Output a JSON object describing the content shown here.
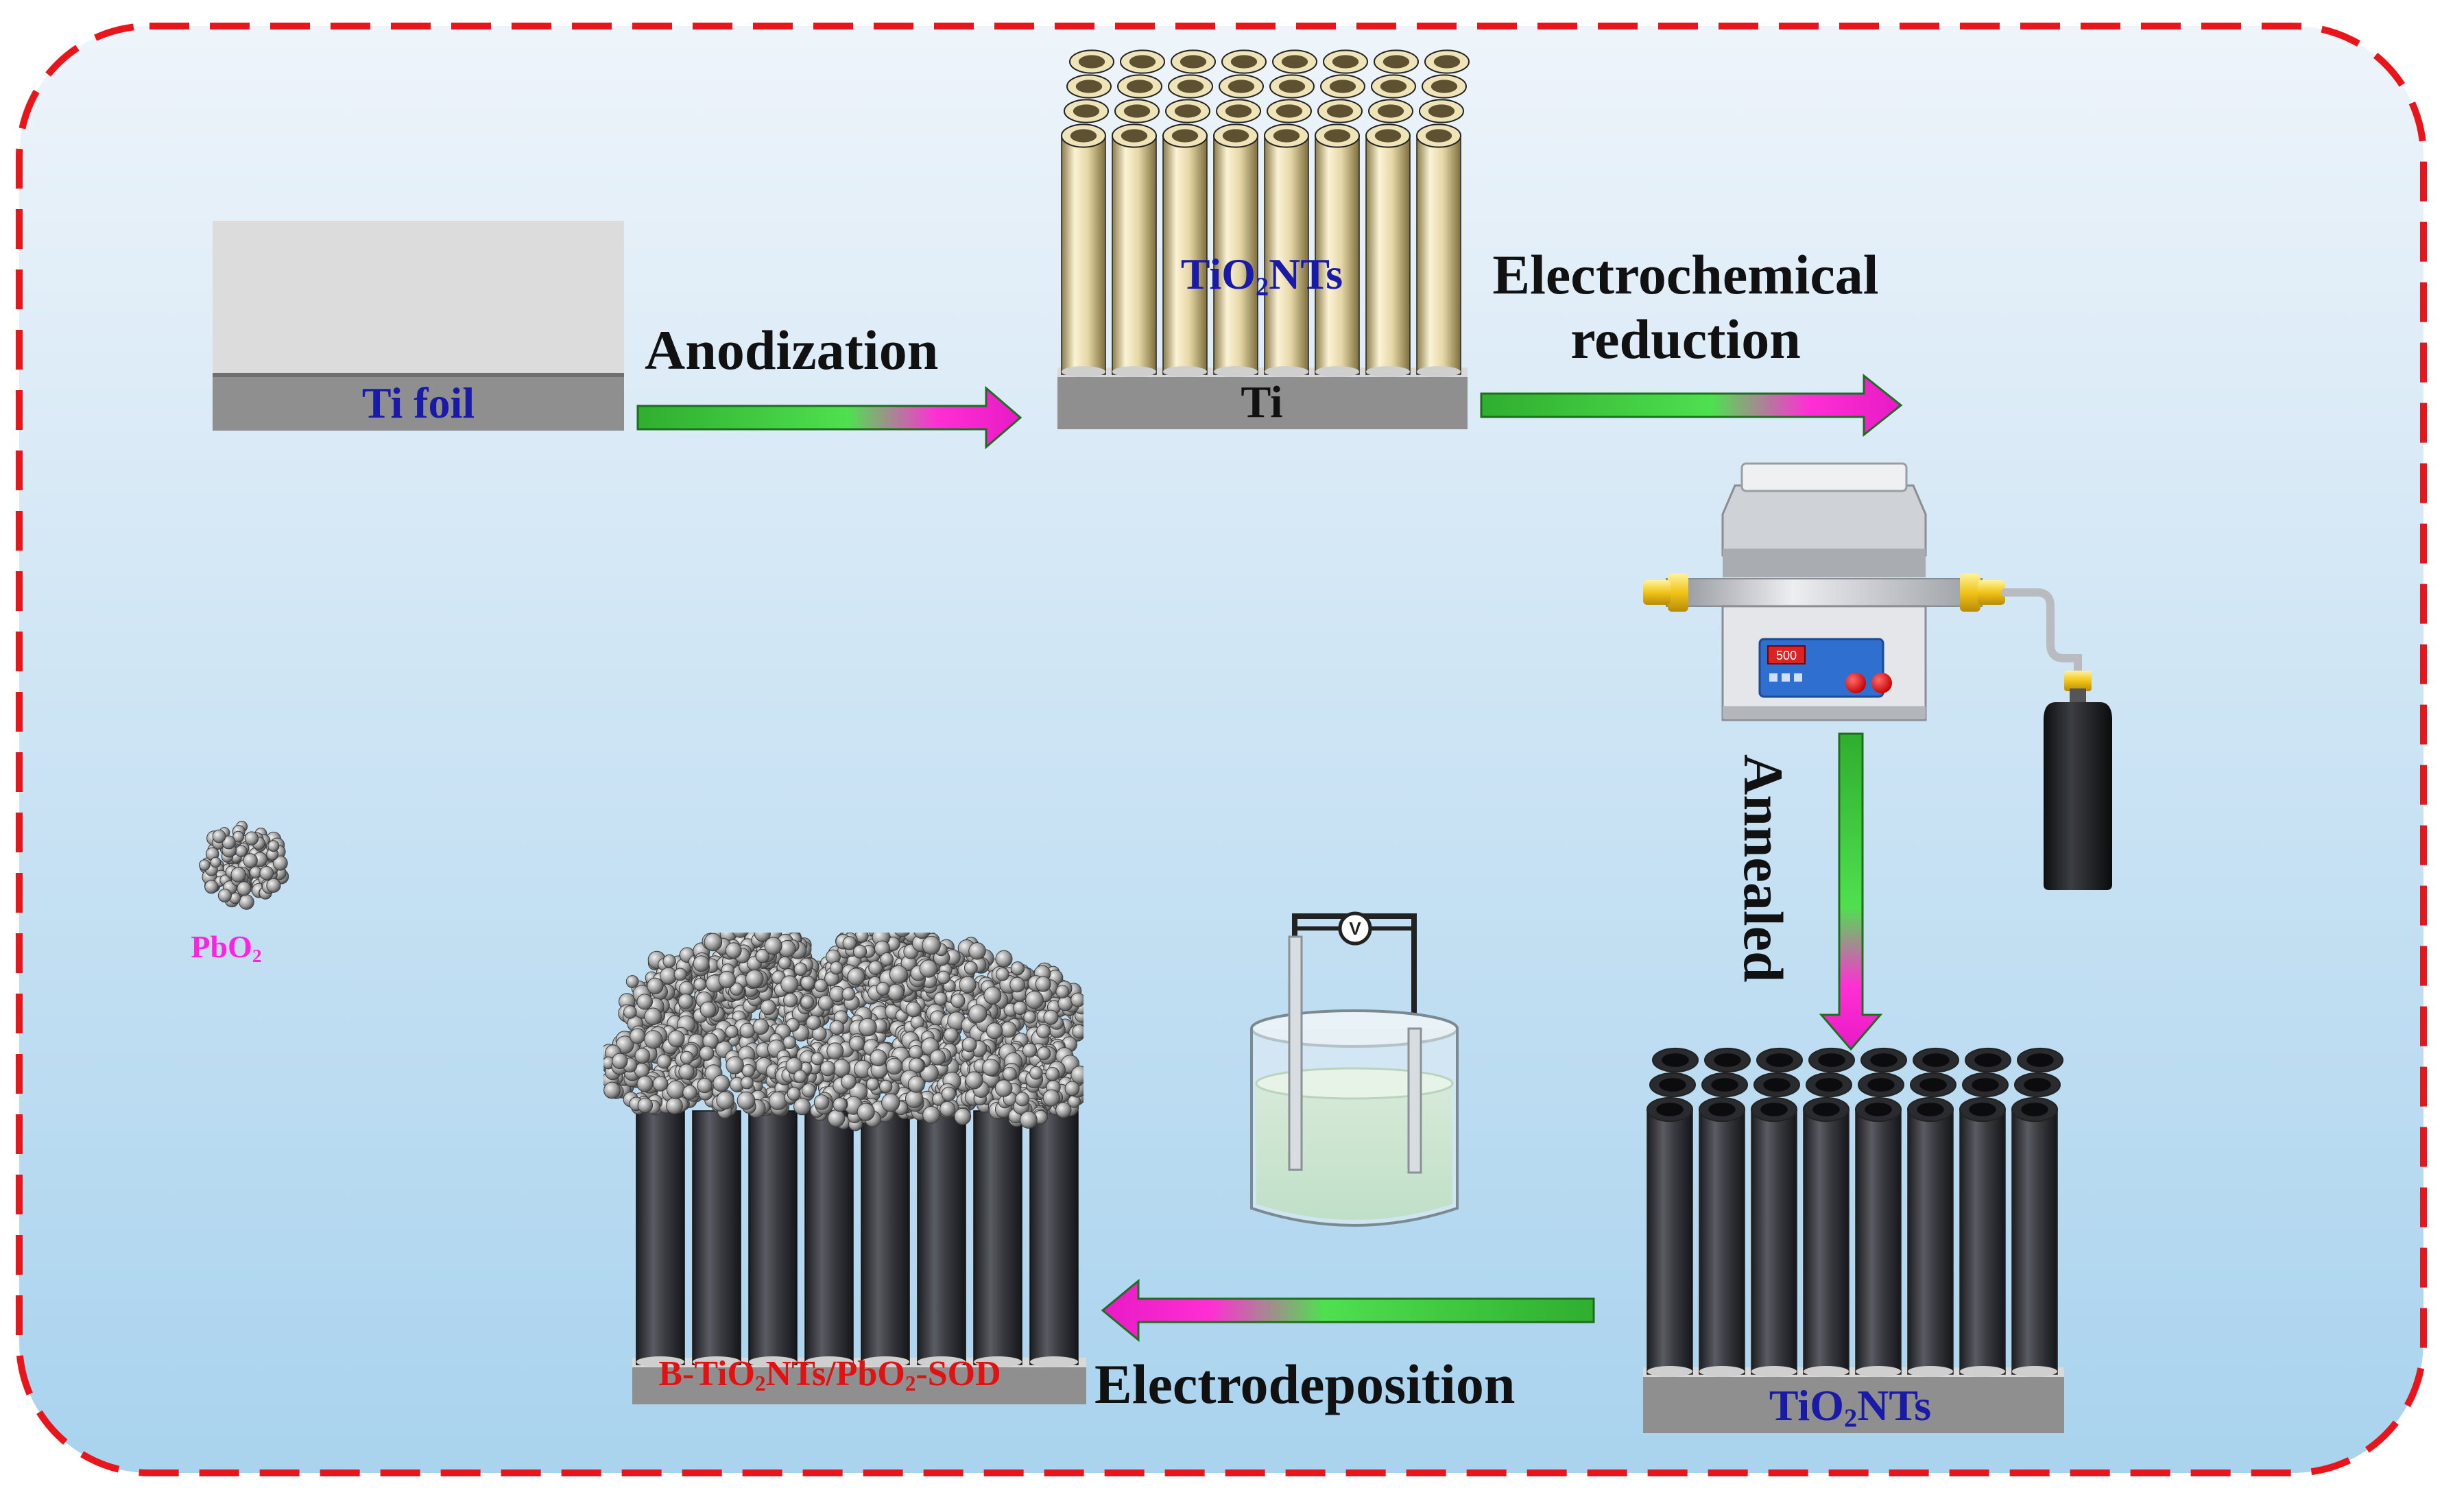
{
  "steps": {
    "anodization": "Anodization",
    "electrochemical_line1": "Electrochemical",
    "electrochemical_line2": "reduction",
    "annealed": "Annealed",
    "electrodeposition": "Electrodeposition"
  },
  "materials": {
    "ti_foil": "Ti foil",
    "ti": "Ti",
    "tio2_prefix": "TiO",
    "tio2_sub": "2",
    "tio2_suffix": "NTs",
    "final_p1": "B-TiO",
    "final_p2": "NTs/PbO",
    "final_p3": "-SOD",
    "final_sub": "2",
    "pbo2_prefix": "PbO",
    "pbo2_sub": "2"
  },
  "instruments": {
    "voltmeter": "V",
    "furnace_display": "500"
  },
  "colors": {
    "frame_dash": "#e8161b",
    "bg_top": "#eef4fa",
    "bg_bottom": "#a9d3ee",
    "arrow_green": "#3fcf3f",
    "arrow_pink": "#ff1fd4",
    "tube_gold": "#e8dcb0",
    "tube_dark": "#3a3b40",
    "label_blue": "#1a1aa8",
    "label_red": "#e21212",
    "label_magenta": "#ff22e0"
  }
}
